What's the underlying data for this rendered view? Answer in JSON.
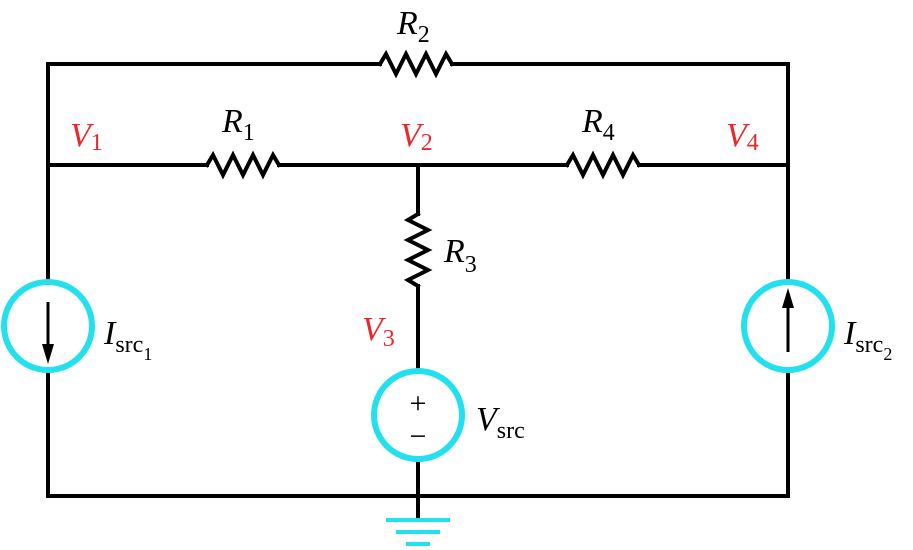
{
  "colors": {
    "wire": "#000000",
    "source": "#22e0ee",
    "node_label": "#e8282e",
    "text": "#000000"
  },
  "resistors": {
    "r1": {
      "sym": "R",
      "sub": "1"
    },
    "r2": {
      "sym": "R",
      "sub": "2"
    },
    "r3": {
      "sym": "R",
      "sub": "3"
    },
    "r4": {
      "sym": "R",
      "sub": "4"
    }
  },
  "nodes": {
    "v1": {
      "sym": "V",
      "sub": "1"
    },
    "v2": {
      "sym": "V",
      "sub": "2"
    },
    "v3": {
      "sym": "V",
      "sub": "3"
    },
    "v4": {
      "sym": "V",
      "sub": "4"
    }
  },
  "sources": {
    "isrc1": {
      "sym": "I",
      "sub": "src",
      "subsub": "1"
    },
    "isrc2": {
      "sym": "I",
      "sub": "src",
      "subsub": "2"
    },
    "vsrc": {
      "sym": "V",
      "sub": "src",
      "plus": "+",
      "minus": "−"
    }
  },
  "icons": {
    "ground": "ground-icon",
    "current_arrow": "arrow-icon"
  }
}
